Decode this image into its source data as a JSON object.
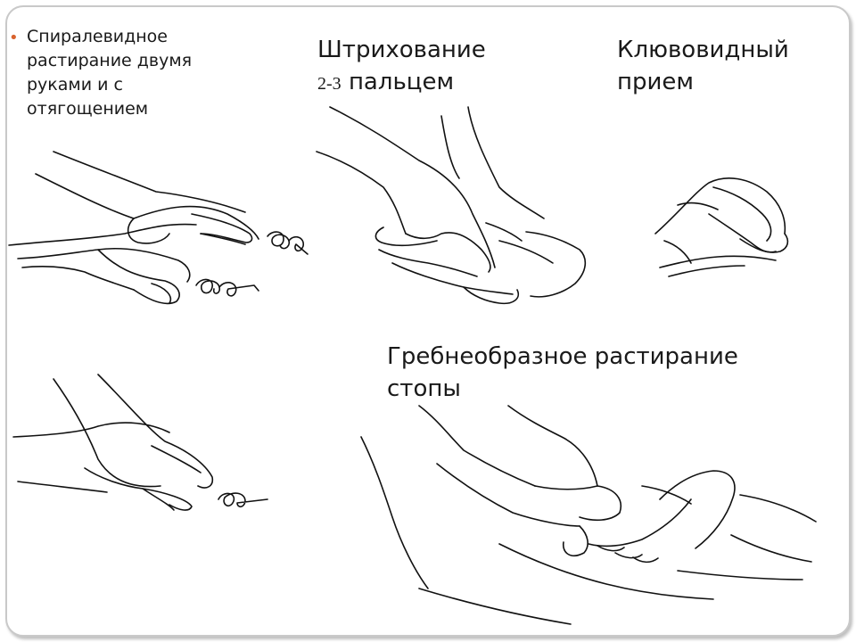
{
  "slide": {
    "caption_spiral": "Спиралевидное растирание двумя руками и с отягощением",
    "caption_hatching_word": "Штрихование",
    "caption_hatching_num": "2-3",
    "caption_hatching_rest": "пальцем",
    "caption_beak": "Клювовидный прием",
    "caption_comb": "Гребнеобразное растирание стопы"
  },
  "colors": {
    "bullet": "#d9632e",
    "frame": "#c9c9c9"
  }
}
